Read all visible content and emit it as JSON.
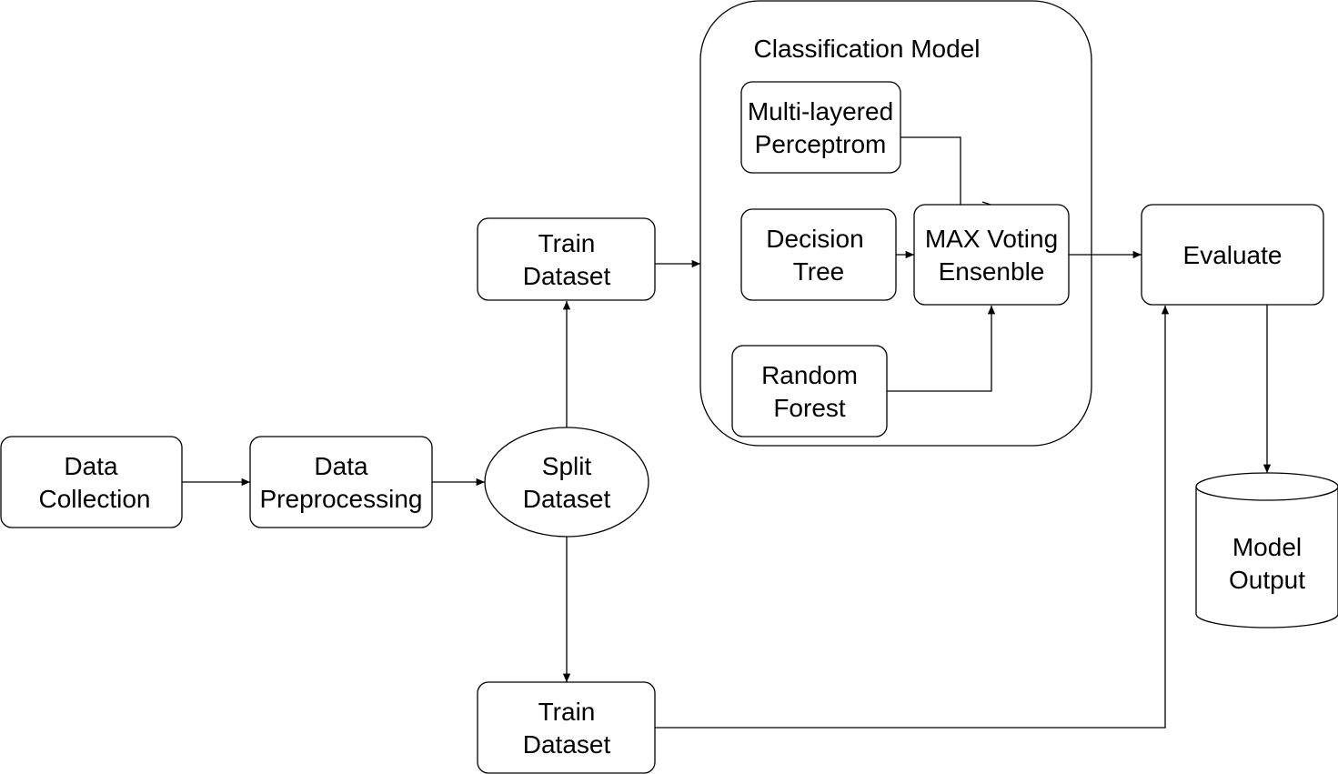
{
  "container": {
    "title": "Classification Model"
  },
  "nodes": {
    "data_collection": {
      "line1": "Data",
      "line2": "Collection"
    },
    "data_preprocessing": {
      "line1": "Data",
      "line2": "Preprocessing"
    },
    "split_dataset": {
      "line1": "Split",
      "line2": "Dataset"
    },
    "train_dataset_top": {
      "line1": "Train",
      "line2": "Dataset"
    },
    "train_dataset_bottom": {
      "line1": "Train",
      "line2": "Dataset"
    },
    "mlp": {
      "line1": "Multi-layered",
      "line2": "Perceptrom"
    },
    "decision_tree": {
      "line1": "Decision",
      "line2": "Tree"
    },
    "random_forest": {
      "line1": "Random",
      "line2": "Forest"
    },
    "max_voting": {
      "line1": "MAX Voting",
      "line2": "Ensenble"
    },
    "evaluate": {
      "line1": "Evaluate"
    },
    "model_output": {
      "line1": "Model",
      "line2": "Output"
    }
  }
}
